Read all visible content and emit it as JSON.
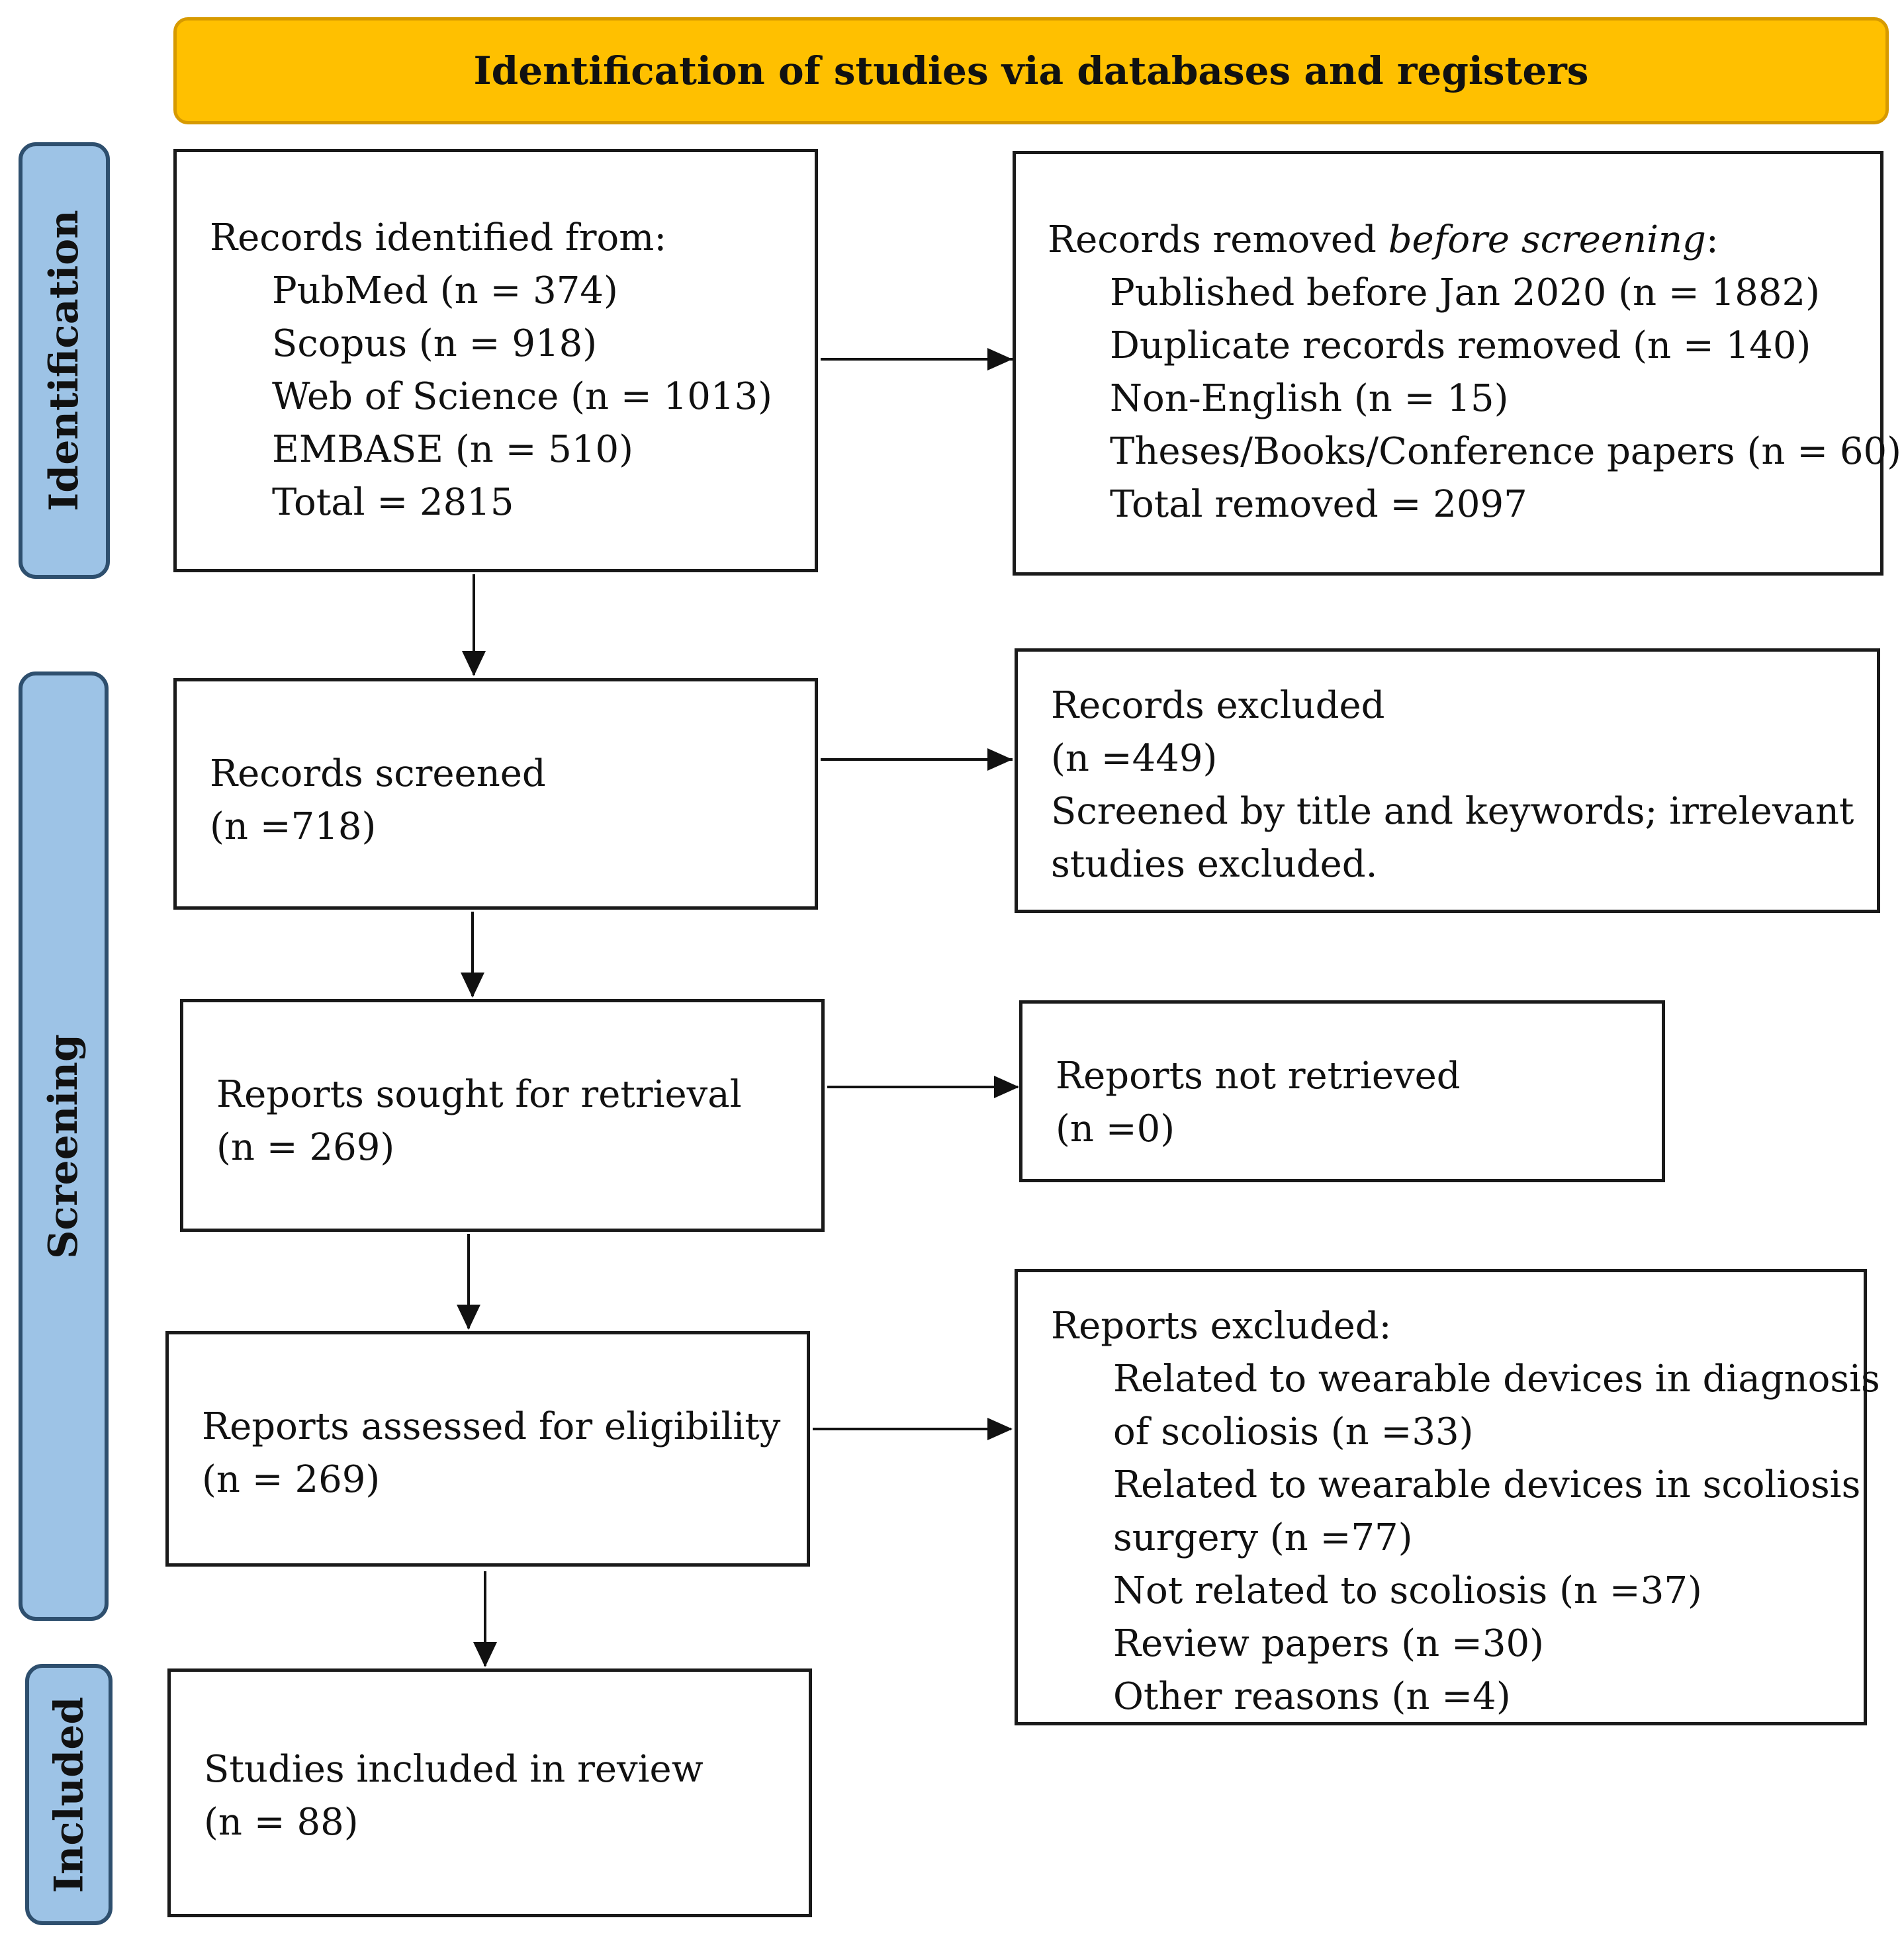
{
  "header": {
    "title": "Identification of studies via databases and registers"
  },
  "stages": {
    "identification": "Identification",
    "screening": "Screening",
    "included": "Included"
  },
  "identified": {
    "heading": "Records identified from:",
    "items": [
      "PubMed (n = 374)",
      "Scopus (n = 918)",
      "Web of Science (n = 1013)",
      "EMBASE (n = 510)",
      "Total = 2815"
    ]
  },
  "removed": {
    "heading_prefix": "Records removed ",
    "heading_italic": "before screening",
    "heading_suffix": ":",
    "items": [
      "Published before Jan 2020 (n = 1882)",
      "Duplicate records removed (n = 140)",
      "Non-English (n = 15)",
      "Theses/Books/Conference papers (n = 60)",
      "Total removed = 2097"
    ]
  },
  "screened": {
    "label": "Records screened",
    "count": "(n =718)"
  },
  "excluded": {
    "label": "Records excluded",
    "count": "(n =449)",
    "note_line1": "Screened by title and keywords; irrelevant",
    "note_line2": "studies excluded."
  },
  "sought": {
    "label": "Reports sought for retrieval",
    "count": "(n = 269)"
  },
  "not_retrieved": {
    "label": "Reports not retrieved",
    "count": "(n =0)"
  },
  "assessed": {
    "label": "Reports assessed for eligibility",
    "count": "(n = 269)"
  },
  "reports_excluded": {
    "heading": "Reports excluded:",
    "lines": [
      "Related to wearable devices in diagnosis",
      "of scoliosis (n =33)",
      "Related to wearable devices in scoliosis",
      "surgery (n =77)",
      "Not related to scoliosis (n =37)",
      "Review papers (n =30)",
      "Other reasons (n =4)"
    ]
  },
  "included_studies": {
    "label": "Studies included in review",
    "count": "(n = 88)"
  },
  "colors": {
    "header_fill": "#ffc000",
    "stage_fill": "#9dc3e6"
  }
}
